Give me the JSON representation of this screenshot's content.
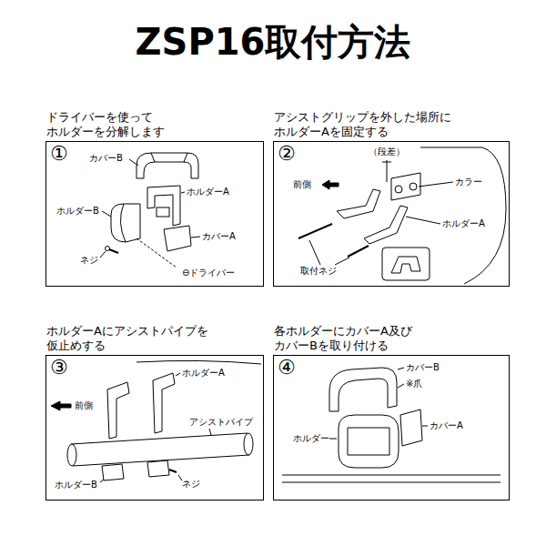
{
  "diagram": {
    "title": "ZSP16取付方法",
    "nodes": [
      {
        "text": [
          "ドライバーを使って ホルダーを分解します",
          "①"
        ]
      },
      {
        "text": [
          "アシストグリップを外した場所に ホルダーAを固定する",
          "②"
        ]
      },
      {
        "text": [
          "ホルダーAにアシストパイプを 仮止めする",
          "③"
        ]
      },
      {
        "text": [
          "各ホルダーにカバーA及び カバーBを取り付ける",
          "④"
        ]
      }
    ],
    "edges": [],
    "labels": [
      "カバーB",
      "ホルダーA",
      "ホルダーB",
      "カバーA",
      "ネジ",
      "⊖ドライバー",
      "（段差）",
      "カラー",
      "前側",
      "ホルダーA",
      "取付ネジ",
      "ホルダーA",
      "前側",
      "アシストパイプ",
      "ホルダーB",
      "ネジ",
      "カバーB",
      "※爪",
      "ホルダー",
      "カバーA"
    ]
  }
}
